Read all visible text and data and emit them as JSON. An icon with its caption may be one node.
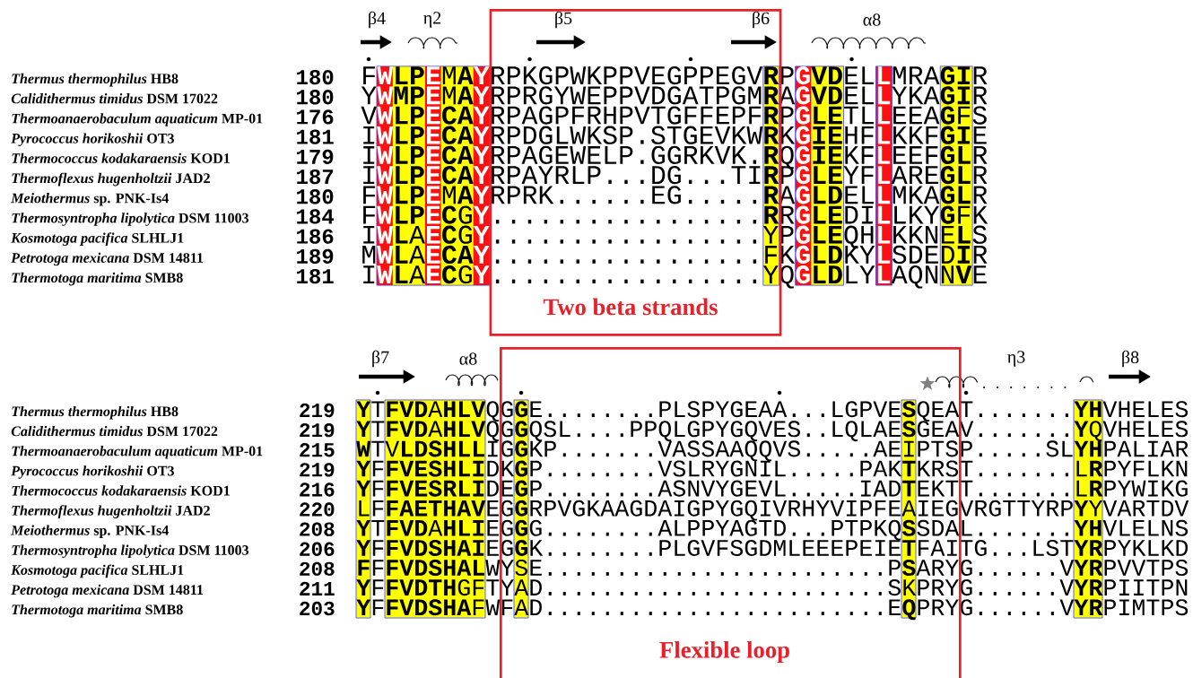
{
  "diagram": {
    "nodes": [
      {
        "text": [
          "Two beta strands"
        ]
      },
      {
        "text": [
          "Flexible loop"
        ]
      }
    ],
    "labels": [
      "β4",
      "η2",
      "β5",
      "β6",
      "α8",
      "*Thermus thermophilus* HB8",
      "180",
      "FWLPEMAYRPKGPWKPPVEGPPEGVRPGVDELLMRAGIR",
      "*Calidithermus timidus* DSM 17022",
      "180",
      "YWMPEMAYRPRGYWEPPVDGATPGMRAGVDELLYKAGIR",
      "*Thermoanaerobaculum aquaticum* MP-01",
      "176",
      "VWLPECAYRPAGPFRHPVTGFFEPFRPGLETLLEEAGFS",
      "*Pyrococcus horikoshii* OT3",
      "181",
      "IWLPECAYRPDGLWKSP.STGEVKWRKGIEHFLKKFGIE",
      "*Thermococcus kodakaraensis* KOD1",
      "179",
      "IWLPECAYRPAGEWELP.GGRKVK.RQGIEKFLEEFGLR",
      "*Thermoflexus hugenholtzii* JAD2",
      "187",
      "IWLPECAYRPAYRLP...DG...TIRPGLEYFLAREGLR",
      "*Meiothermus* sp. PNK-Is4",
      "180",
      "FWLPEMAYRPRK......EG.....RAGLDELLMKAGLR",
      "*Thermosyntropha lipolytica* DSM 11003",
      "184",
      "FWLPECGY.................RRGLEDILLKYGFK",
      "*Kosmotoga pacifica* SLHLJ1",
      "186",
      "IWLAECGY.................YPGLEQHLKKNELS",
      "*Petrotoga mexicana* DSM 14811",
      "189",
      "MWLAECAY.................FKGLDKYLSDEDIR",
      "*Thermotoga maritima* SMB8",
      "181",
      "IWLAECGY.................YQGLDLYLAQNNVE",
      "β7",
      "α8",
      "η3",
      "β8",
      "*Thermus thermophilus* HB8",
      "219",
      "YTFVDAHLVQGGE........PLSPYGEAA...LGPVESQEAT.......YHVHELES",
      "*Calidithermus timidus* DSM 17022",
      "219",
      "YTFVDAHLVQGGQSL....PPQLGPYGQVES..LQLAESGEAV.......YQVHELES",
      "*Thermoanaerobaculum aquaticum* MP-01",
      "215",
      "WTVLDSHLLIGGKP.......VASSAAQQVS.....AEIPTSP.....SLYHPALIAR",
      "*Pyrococcus horikoshii* OT3",
      "219",
      "YFFVESHLIDKGP........VSLRYGNIL.....PAKTKRST.......LRPYFLKN",
      "*Thermococcus kodakaraensis* KOD1",
      "216",
      "YFFVESRLIDEGP........ASNVYGEVL.....IADTEKTT.......LRPYWIKG",
      "*Thermoflexus hugenholtzii* JAD2",
      "220",
      "LFFAETHAVEGGRPVGKAAGDAIGPYGQIVRHYVIPFEAIEGVRGTTYRPYYVARTDV",
      "*Meiothermus* sp. PNK-Is4",
      "208",
      "YTFVDAHLIEGGG........ALPPYAGTD...PTPKQSSDAL.......YHVLELNS",
      "*Thermosyntropha lipolytica* DSM 11003",
      "206",
      "YFFVDSHAIEGGK........PLGVFSGDMLEEEPEIETFAITG...LSTYRPYKLKD",
      "*Kosmotoga pacifica* SLHLJ1",
      "208",
      "FFFVDSHALWYSE........................PSARYG......VYRPVVTPS",
      "*Petrotoga mexicana* DSM 14811",
      "211",
      "YFFVDTHGFTYAD........................SKPRYG......VYRPIITPN",
      "*Thermotoga maritima* SMB8",
      "203",
      "YFFVDSHAFWFAD........................EQPRYG......VYRPIMTPS"
    ]
  }
}
